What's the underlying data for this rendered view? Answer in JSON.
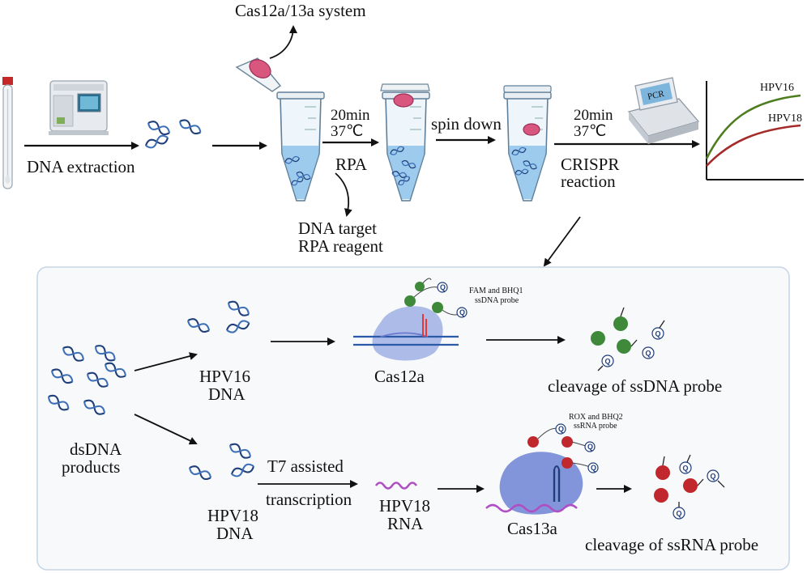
{
  "top": {
    "system_label": "Cas12a/13a system",
    "extraction_label": "DNA extraction",
    "rpa_time": "20min",
    "rpa_temp": "37℃",
    "rpa_label": "RPA",
    "spin_label": "spin down",
    "crispr_time": "20min",
    "crispr_temp": "37℃",
    "crispr_label_1": "CRISPR",
    "crispr_label_2": "reaction",
    "target_label_1": "DNA target",
    "target_label_2": "RPA  reagent",
    "pcr_label": "PCR",
    "curves": [
      {
        "name": "HPV16",
        "color": "#4e7d1f"
      },
      {
        "name": "HPV18",
        "color": "#a52a2a"
      }
    ]
  },
  "panel": {
    "dsdna_1": "dsDNA",
    "dsdna_2": "products",
    "hpv16_1": "HPV16",
    "hpv16_2": "DNA",
    "hpv18_1": "HPV18",
    "hpv18_2": "DNA",
    "t7_1": "T7 assisted",
    "t7_2": "transcription",
    "rna_1": "HPV18",
    "rna_2": "RNA",
    "cas12a": "Cas12a",
    "cas13a": "Cas13a",
    "probe12_1": "FAM and BHQ1",
    "probe12_2": "ssDNA probe",
    "probe13_1": "ROX and BHQ2",
    "probe13_2": "ssRNA probe",
    "cleave_dna": "cleavage of ssDNA probe",
    "cleave_rna": "cleavage of ssRNA probe",
    "quencher_letter": "Q"
  },
  "colors": {
    "fam": "#3f8a3a",
    "rox": "#c0282d",
    "cas": "#7f92d6",
    "dna": "#1f3f7a",
    "rna": "#b04fc4"
  }
}
